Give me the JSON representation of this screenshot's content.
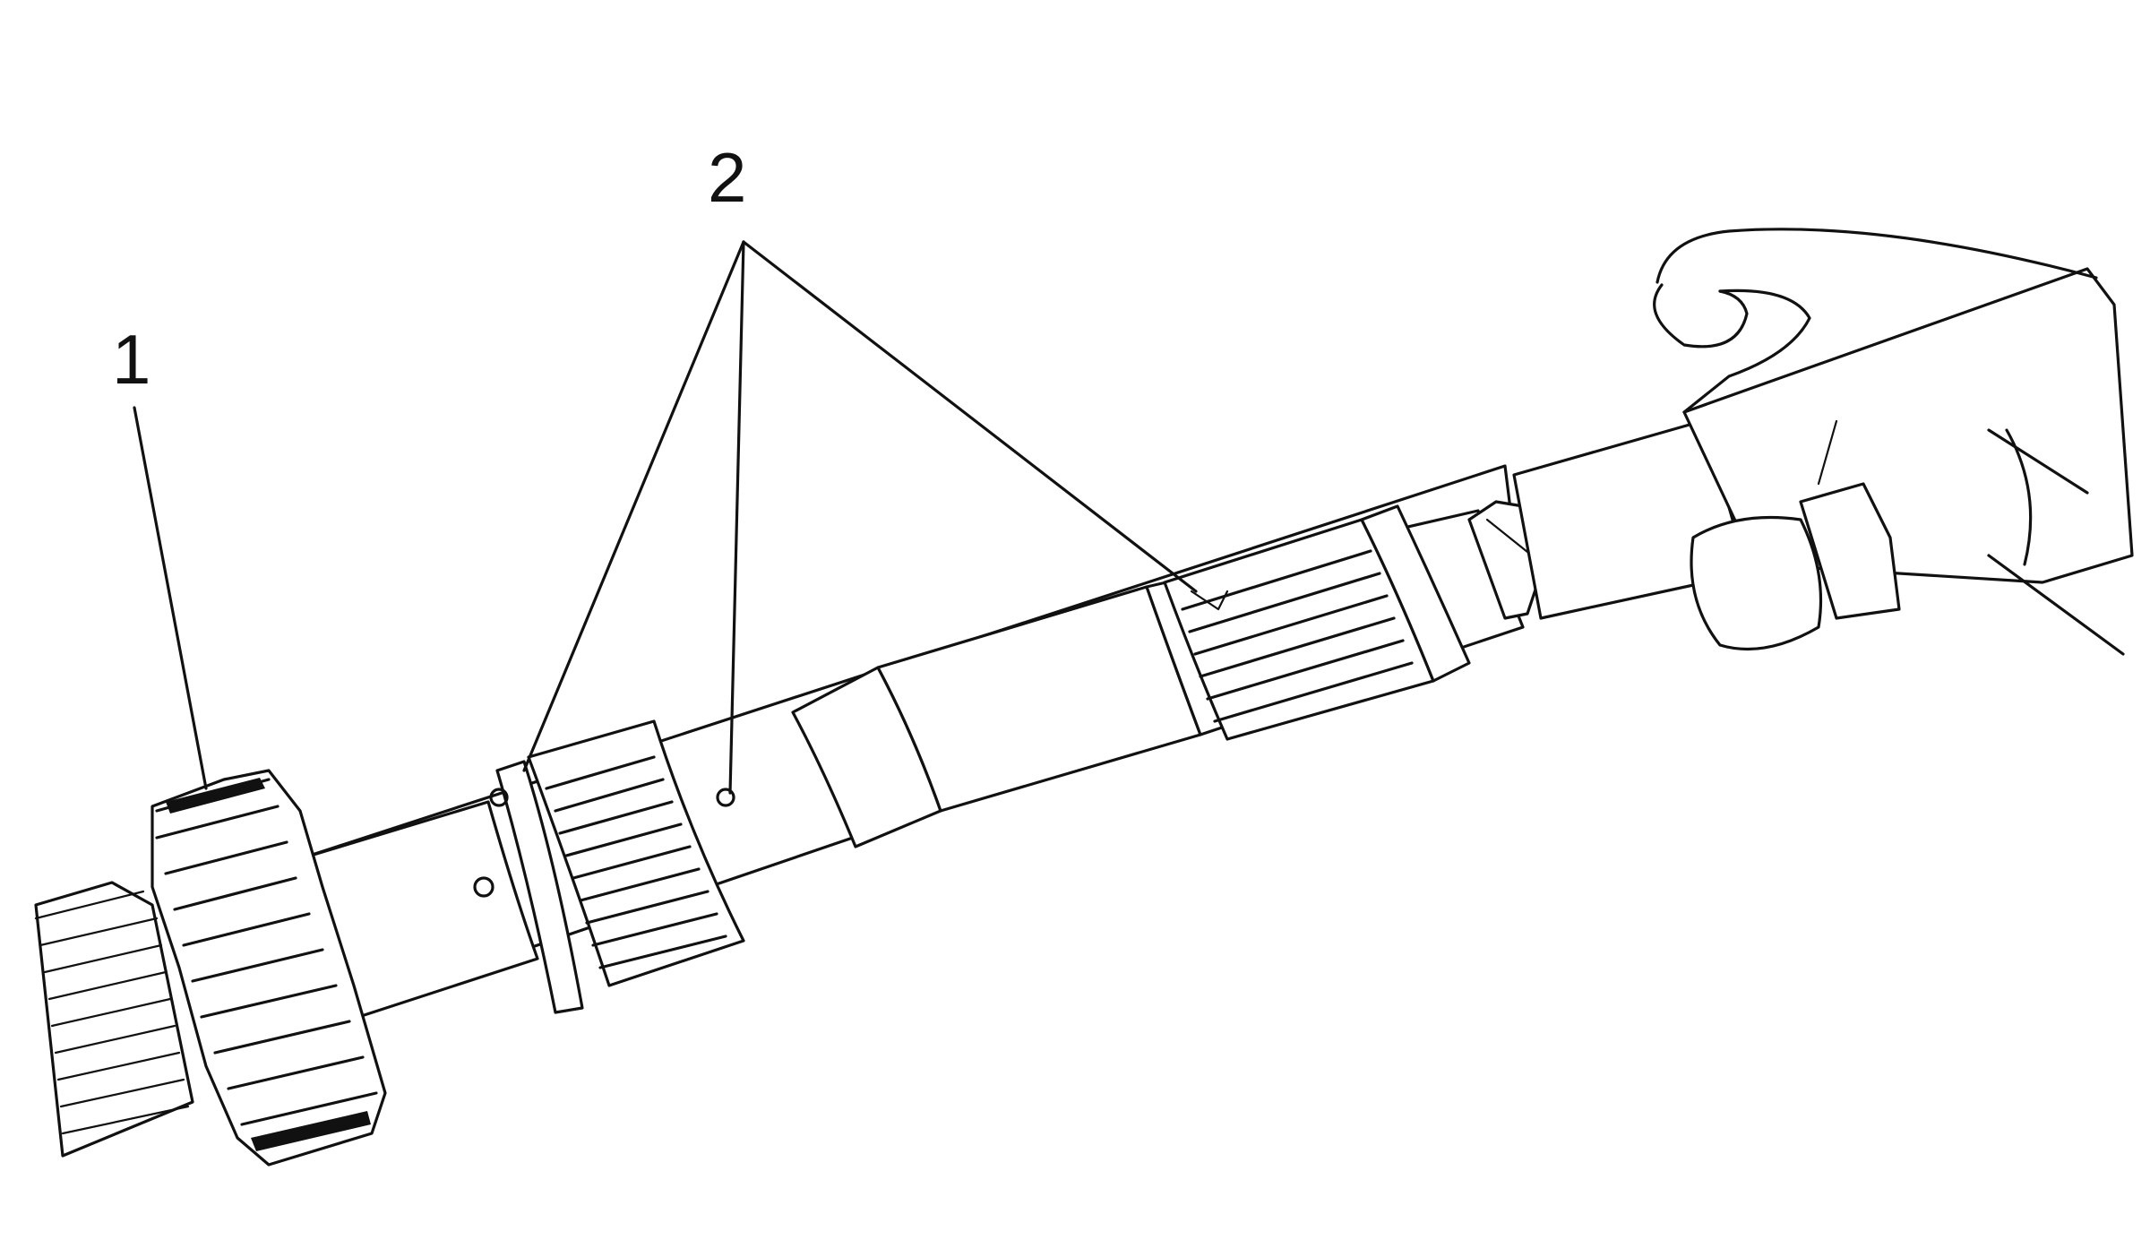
{
  "diagram": {
    "callouts": [
      {
        "id": "1",
        "label": "1"
      },
      {
        "id": "2",
        "label": "2"
      }
    ],
    "ink_color": "#111111",
    "background": "#ffffff"
  }
}
